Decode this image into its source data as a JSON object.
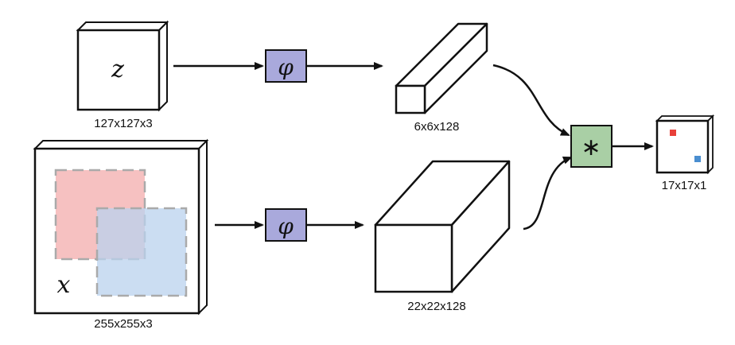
{
  "exemplar": {
    "symbol": "z",
    "size_label": "127x127x3"
  },
  "search": {
    "symbol": "x",
    "size_label": "255x255x3"
  },
  "embedding": {
    "symbol": "φ",
    "box_color": "#a9a9dc"
  },
  "exemplar_features": {
    "size_label": "6x6x128"
  },
  "search_features": {
    "size_label": "22x22x128"
  },
  "correlation": {
    "symbol": "∗",
    "box_color": "#a9cfa5"
  },
  "score_map": {
    "size_label": "17x17x1",
    "marker_colors": [
      "#e8403a",
      "#4a8ed0"
    ]
  },
  "subwindow_colors": {
    "red": "#f4b6b6",
    "blue": "#b9d1ee",
    "border": "#aaaaaa"
  }
}
